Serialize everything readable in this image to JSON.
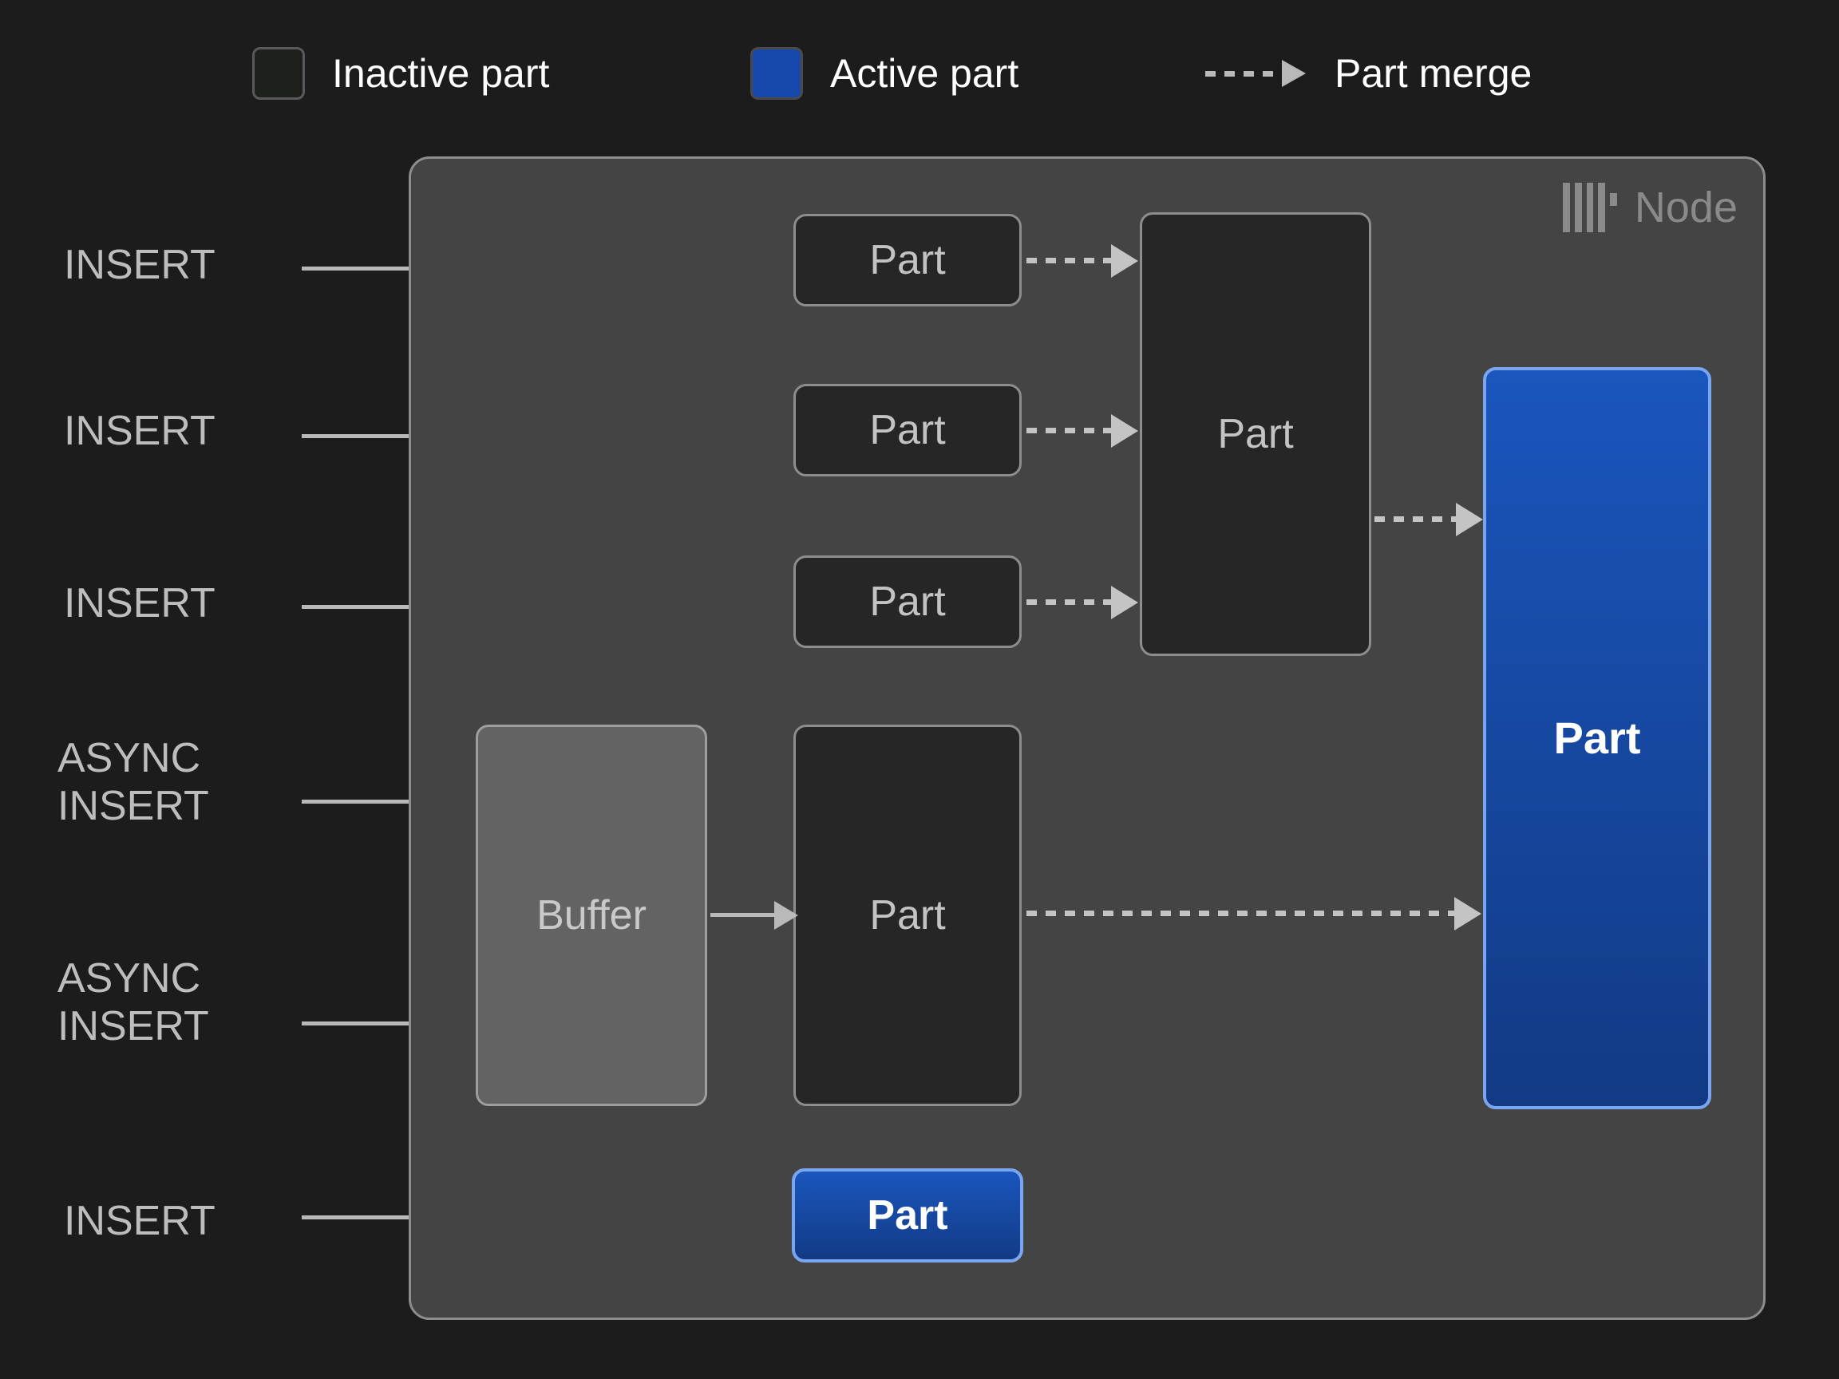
{
  "legend": {
    "items": [
      {
        "icon": "inactive-part-swatch",
        "label": "Inactive part"
      },
      {
        "icon": "active-part-swatch",
        "label": "Active part"
      },
      {
        "icon": "dashed-arrow-icon",
        "label": "Part merge"
      }
    ]
  },
  "node": {
    "icon": "clickhouse-logo-icon",
    "label": "Node"
  },
  "inputs": [
    {
      "label": "INSERT"
    },
    {
      "label": "INSERT"
    },
    {
      "label": "INSERT"
    },
    {
      "label": "ASYNC\nINSERT"
    },
    {
      "label": "ASYNC\nINSERT"
    },
    {
      "label": "INSERT"
    }
  ],
  "boxes": {
    "part_1": "Part",
    "part_2": "Part",
    "part_3": "Part",
    "merged_part": "Part",
    "buffer": "Buffer",
    "buffer_part": "Part",
    "active_merged_part": "Part",
    "active_inserted_part": "Part"
  },
  "colors": {
    "page_background": "#1c1c1c",
    "node_background": "#444444",
    "node_border": "#8d8d8d",
    "inactive_fill": "#262626",
    "inactive_border": "#8d8d8d",
    "active_fill": "#1649ab",
    "active_border": "#7aa6f0",
    "buffer_fill": "#636363",
    "arrow": "#b9b9b9",
    "label_text": "#bdbdbd",
    "legend_text": "#ffffff",
    "node_label_text": "#8a8a8a"
  }
}
